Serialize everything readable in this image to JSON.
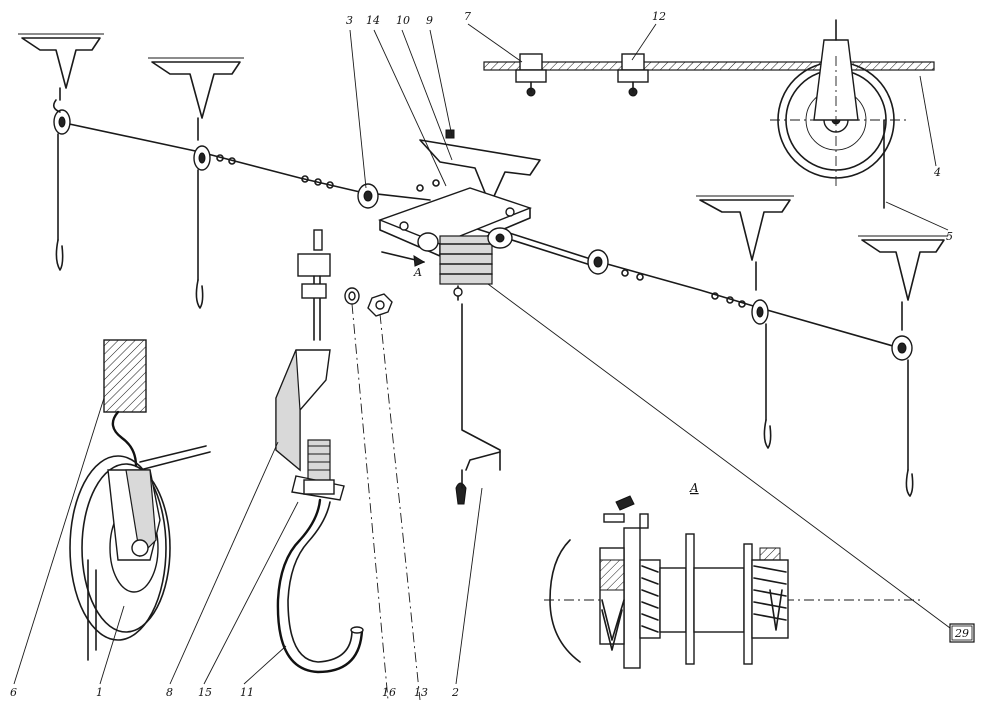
{
  "diagram": {
    "callouts": {
      "n1": "1",
      "n2": "2",
      "n3": "3",
      "n4": "4",
      "n5": "5",
      "n6": "6",
      "n7": "7",
      "n8": "8",
      "n9": "9",
      "n10": "10",
      "n11": "11",
      "n12": "12",
      "n13": "13",
      "n14": "14",
      "n15": "15",
      "n16": "16",
      "n29": "29"
    },
    "view_marker": "A",
    "detail_title": "A"
  }
}
